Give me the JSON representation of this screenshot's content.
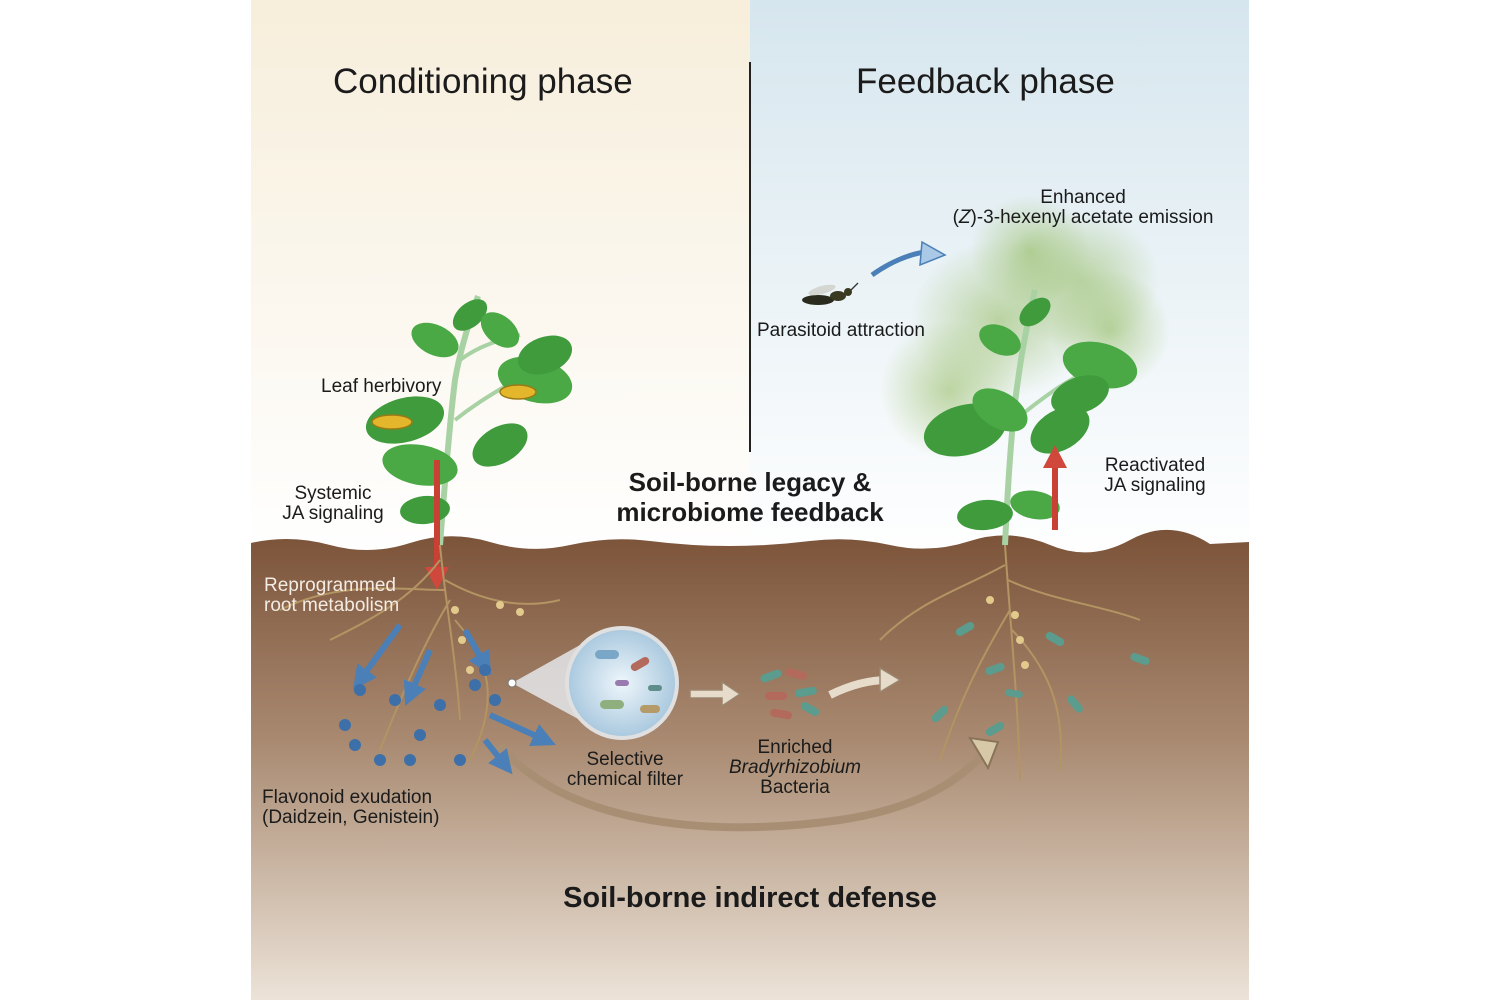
{
  "headings": {
    "conditioning": "Conditioning phase",
    "feedback": "Feedback phase"
  },
  "labels": {
    "leaf_herbivory": "Leaf herbivory",
    "systemic_line1": "Systemic",
    "systemic_line2": "JA signaling",
    "reprogrammed_line1": "Reprogrammed",
    "reprogrammed_line2": "root metabolism",
    "flavonoid_line1": "Flavonoid exudation",
    "flavonoid_line2": "(Daidzein, Genistein)",
    "selective_line1": "Selective",
    "selective_line2": "chemical filter",
    "enriched_line1": "Enriched",
    "enriched_line2": "Bradyrhizobium",
    "enriched_line3": "Bacteria",
    "legacy_line1": "Soil-borne legacy &",
    "legacy_line2": "microbiome feedback",
    "enhanced_line1": "Enhanced",
    "enhanced_z": "Z",
    "enhanced_line2_pre": "(",
    "enhanced_line2_post": ")-3-hexenyl acetate emission",
    "parasitoid": "Parasitoid attraction",
    "reactivated_line1": "Reactivated",
    "reactivated_line2": "JA signaling",
    "indirect_defense": "Soil-borne indirect defense"
  },
  "colors": {
    "conditioning_bg": "#f6efdc",
    "feedback_bg": "#dde9ef",
    "soil_top": "#7a5238",
    "soil_bottom": "#d8c9b8",
    "leaf": "#3f9b3c",
    "arrow_red": "#d0473c",
    "arrow_blue": "#4a7fb8",
    "flavonoid": "#3d70a8",
    "bacteria": "#5b9c8e",
    "volatile_cloud": "#9bbf6a"
  }
}
